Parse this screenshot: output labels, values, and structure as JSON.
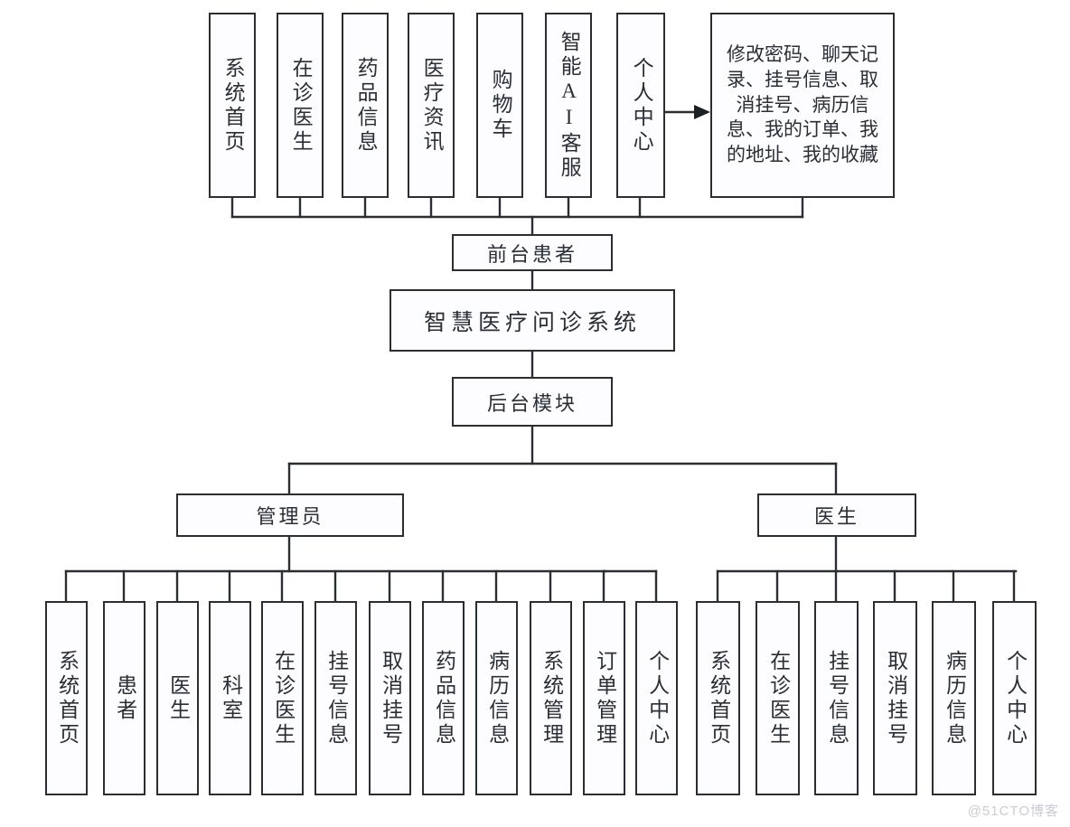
{
  "diagram": {
    "title_node": "智慧医疗问诊系统",
    "frontend_role": "前台患者",
    "backend_module": "后台模块",
    "roles": {
      "admin": "管理员",
      "doctor": "医生"
    },
    "frontend_items": [
      "系统首页",
      "在诊医生",
      "药品信息",
      "医疗资讯",
      "购物车",
      "智能AI客服",
      "个人中心"
    ],
    "personal_center_detail": "修改密码、聊天记录、挂号信息、取消挂号、病历信息、我的订单、我的地址、我的收藏",
    "admin_items": [
      "系统首页",
      "患者",
      "医生",
      "科室",
      "在诊医生",
      "挂号信息",
      "取消挂号",
      "药品信息",
      "病历信息",
      "系统管理",
      "订单管理",
      "个人中心"
    ],
    "doctor_items": [
      "系统首页",
      "在诊医生",
      "挂号信息",
      "取消挂号",
      "病历信息",
      "个人中心"
    ],
    "watermark": "@51CTO博客",
    "colors": {
      "border": "#2b2f33",
      "node_fill": "#fdfdff",
      "text": "#2a2f36",
      "watermark": "#c9ccd2",
      "background": "#ffffff"
    }
  }
}
